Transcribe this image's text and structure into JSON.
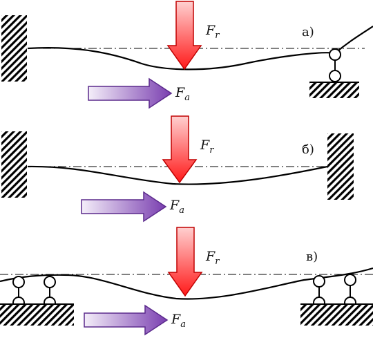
{
  "diagrams": [
    {
      "id": "a",
      "caption": "а)",
      "radial_force": {
        "symbol": "F",
        "subscript": "r"
      },
      "axial_force": {
        "symbol": "F",
        "subscript": "a"
      },
      "left_support": "fixed-wall",
      "right_support": "pin-roller"
    },
    {
      "id": "b",
      "caption": "б)",
      "radial_force": {
        "symbol": "F",
        "subscript": "r"
      },
      "axial_force": {
        "symbol": "F",
        "subscript": "a"
      },
      "left_support": "fixed-wall",
      "right_support": "fixed-wall"
    },
    {
      "id": "v",
      "caption": "в)",
      "radial_force": {
        "symbol": "F",
        "subscript": "r"
      },
      "axial_force": {
        "symbol": "F",
        "subscript": "a"
      },
      "left_support": "double-pin-roller",
      "right_support": "double-pin-roller"
    }
  ],
  "colors": {
    "radial_arrow_top": "#ffd0d0",
    "radial_arrow_bottom": "#ff1a1a",
    "radial_arrow_stroke": "#c00000",
    "axial_arrow_light": "#f2ecf8",
    "axial_arrow_dark": "#7a3fb0",
    "axial_arrow_stroke": "#5b2a8c",
    "beam": "#000000"
  }
}
